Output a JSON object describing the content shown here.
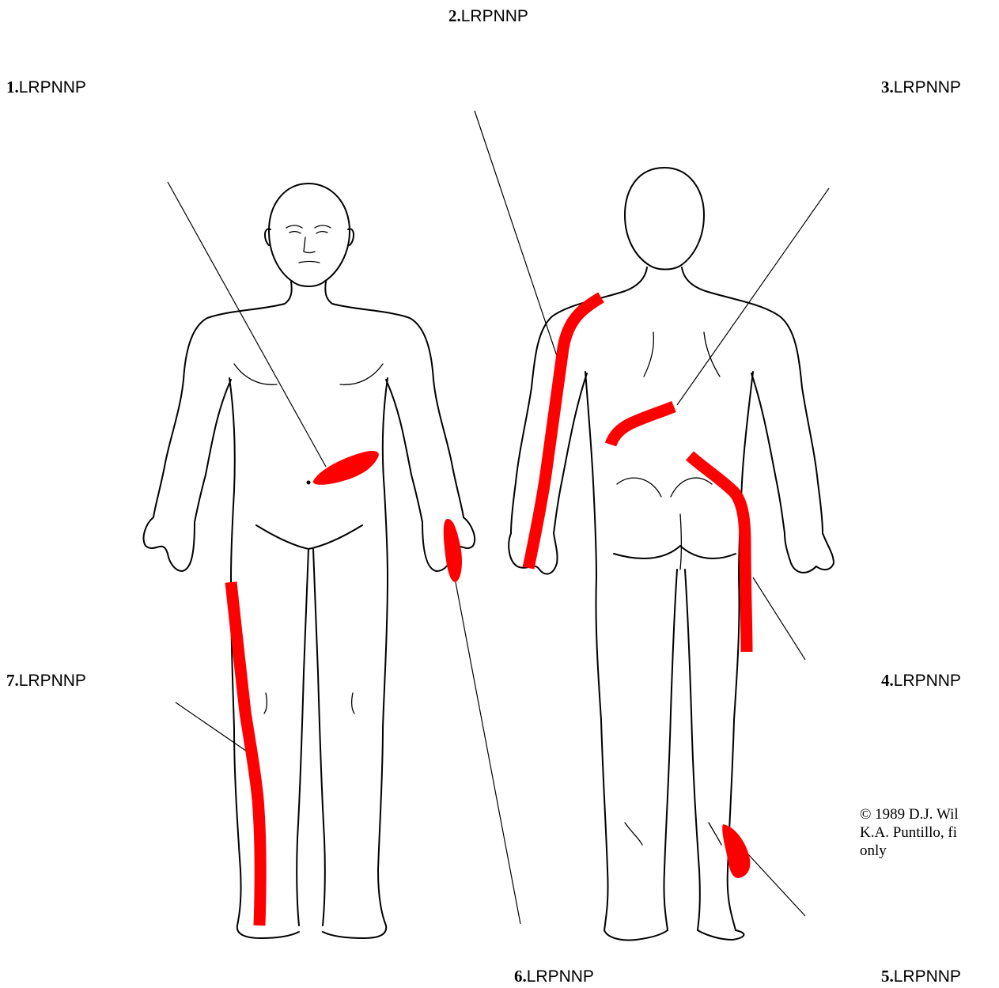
{
  "callouts": [
    {
      "id": 1,
      "num": "1.",
      "code": "LRPNNP"
    },
    {
      "id": 2,
      "num": "2.",
      "code": "LRPNNP"
    },
    {
      "id": 3,
      "num": "3.",
      "code": "LRPNNP"
    },
    {
      "id": 4,
      "num": "4.",
      "code": "LRPNNP"
    },
    {
      "id": 5,
      "num": "5.",
      "code": "LRPNNP"
    },
    {
      "id": 6,
      "num": "6.",
      "code": "LRPNNP"
    },
    {
      "id": 7,
      "num": "7.",
      "code": "LRPNNP"
    }
  ],
  "copyright": {
    "line1": "© 1989 D.J. Wil",
    "line2": "K.A. Puntillo, fi",
    "line3": "only"
  },
  "colors": {
    "pain_marking": "#ff0000",
    "outline": "#000000"
  },
  "figures": [
    "front-view",
    "back-view"
  ]
}
